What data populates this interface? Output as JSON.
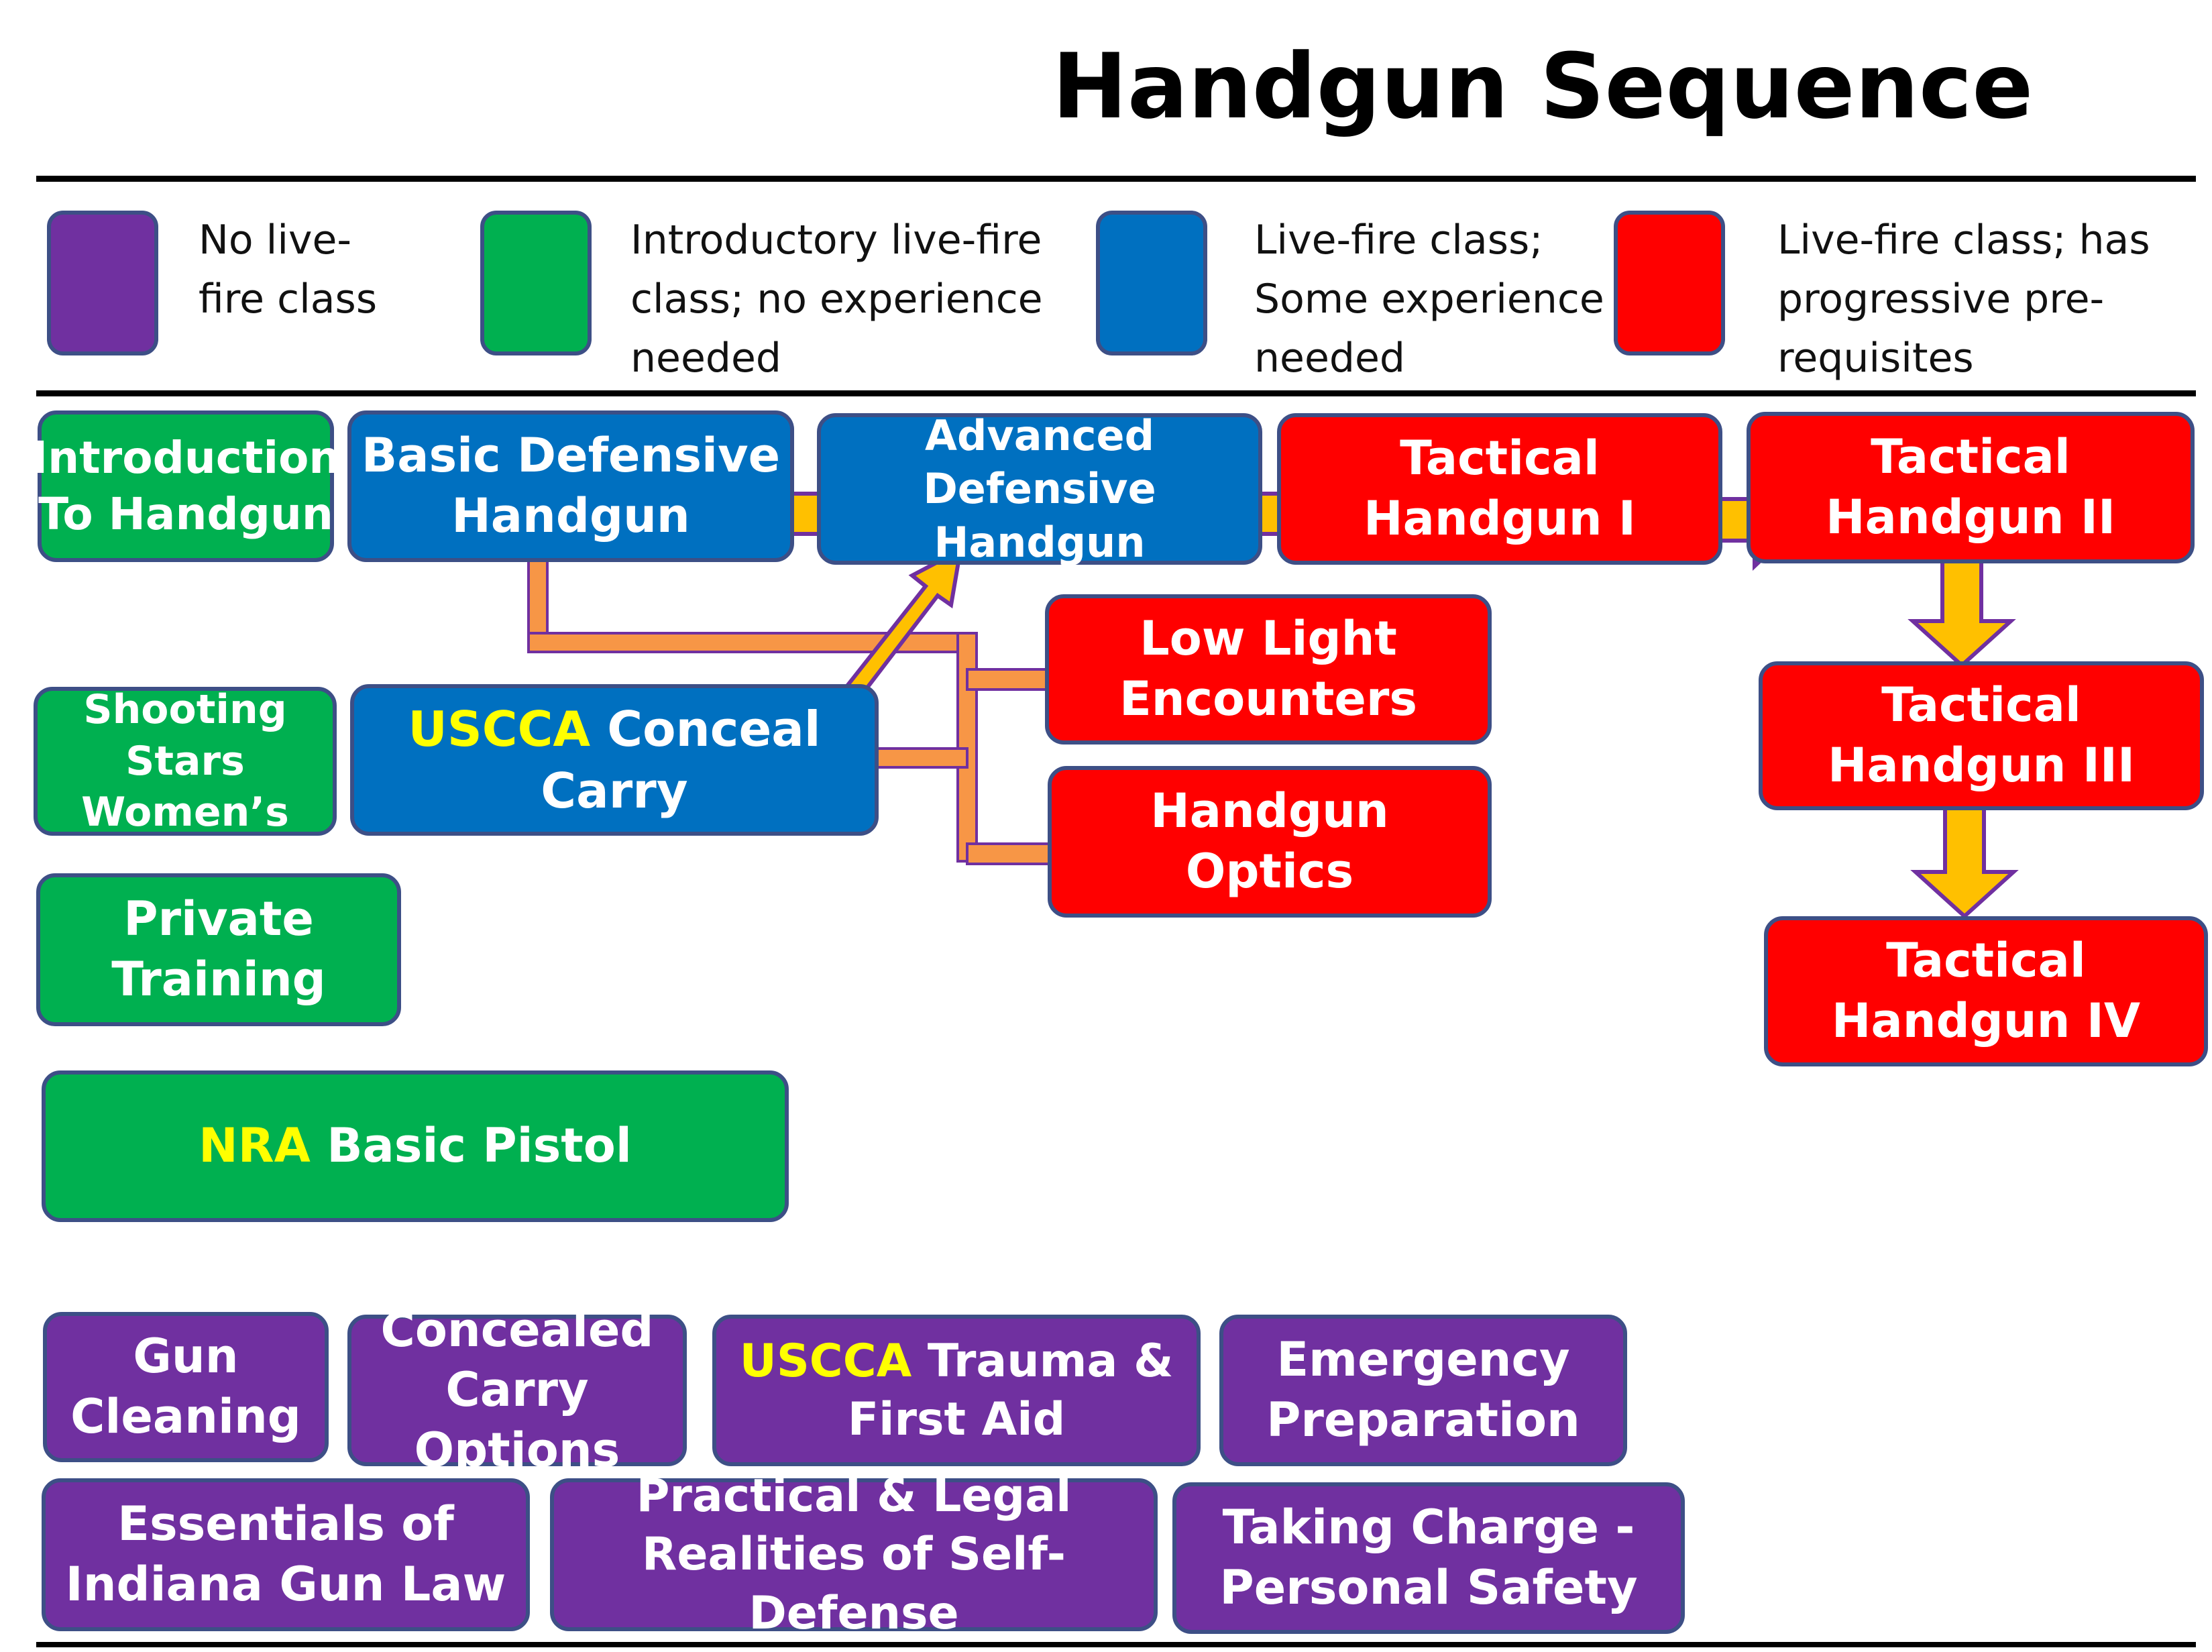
{
  "title": "Handgun Sequence",
  "colors": {
    "purple": "#7030a0",
    "green": "#00b050",
    "blue": "#0070c0",
    "red": "#ff0000",
    "arrow_fill": "#ffc000",
    "arrow_stroke": "#7030a0",
    "connector": "#f79646",
    "highlight": "#ffff00"
  },
  "legend": [
    {
      "color": "purple",
      "text": "No live-\nfire class"
    },
    {
      "color": "green",
      "text": "Introductory live-fire\nclass; no experience\nneeded"
    },
    {
      "color": "blue",
      "text": "Live-fire class;\nSome experience\nneeded"
    },
    {
      "color": "red",
      "text": "Live-fire class; has\nprogressive pre-\nrequisites"
    }
  ],
  "courses": {
    "intro_handgun": "Introduction\nTo Handgun",
    "basic_defensive": "Basic Defensive\nHandgun",
    "advanced_defensive": "Advanced  Defensive\nHandgun",
    "tactical_1": "Tactical\nHandgun I",
    "tactical_2": "Tactical\nHandgun II",
    "tactical_3": "Tactical\nHandgun III",
    "tactical_4": "Tactical\nHandgun IV",
    "low_light": "Low Light\nEncounters",
    "handgun_optics": "Handgun\nOptics",
    "shooting_stars": "Shooting Stars\nWomen’s",
    "uscca_conceal_prefix": "USCCA",
    "uscca_conceal_rest": " Conceal\nCarry",
    "private_training": "Private\nTraining",
    "nra_prefix": "NRA",
    "nra_rest": " Basic Pistol",
    "gun_cleaning": "Gun\nCleaning",
    "concealed_carry_options": "Concealed\nCarry Options",
    "uscca_trauma_prefix": "USCCA",
    "uscca_trauma_rest": " Trauma &\nFirst Aid",
    "emergency_prep": "Emergency\nPreparation",
    "indiana_law": "Essentials of\nIndiana Gun Law",
    "practical_legal": "Practical & Legal\nRealities of Self-Defense",
    "taking_charge": "Taking Charge -\nPersonal Safety"
  }
}
